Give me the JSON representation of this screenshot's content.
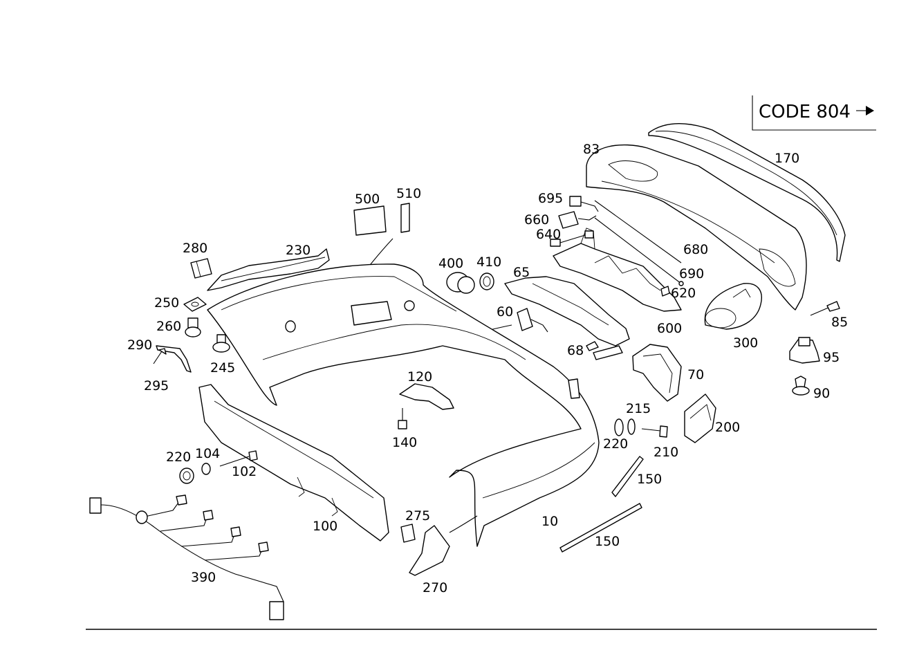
{
  "code_box": {
    "label": "CODE 804"
  },
  "labels": {
    "l10": "10",
    "l60": "60",
    "l65": "65",
    "l68": "68",
    "l70": "70",
    "l83": "83",
    "l85": "85",
    "l90": "90",
    "l95": "95",
    "l100": "100",
    "l102": "102",
    "l104": "104",
    "l120": "120",
    "l140": "140",
    "l150a": "150",
    "l150b": "150",
    "l170": "170",
    "l200": "200",
    "l210": "210",
    "l215": "215",
    "l220a": "220",
    "l220b": "220",
    "l230": "230",
    "l245": "245",
    "l250": "250",
    "l260": "260",
    "l270": "270",
    "l275": "275",
    "l280": "280",
    "l290": "290",
    "l295": "295",
    "l300": "300",
    "l390": "390",
    "l400": "400",
    "l410": "410",
    "l500": "500",
    "l510": "510",
    "l600": "600",
    "l620": "620",
    "l640": "640",
    "l660": "660",
    "l680": "680",
    "l690": "690",
    "l695": "695"
  }
}
